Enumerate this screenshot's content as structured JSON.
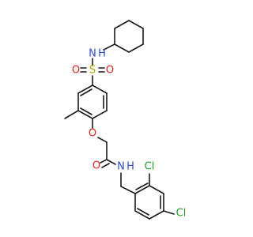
{
  "molecule": {
    "colors": {
      "bond": "#1a1a1a",
      "carbon": "#1a1a1a",
      "nitrogen": "#2a4bd6",
      "oxygen": "#e3241b",
      "sulfur": "#b3a300",
      "chlorine": "#1fa21f"
    },
    "labels": {
      "sulfonamide_n": "N",
      "sulfonamide_h": "H",
      "sulfur": "S",
      "sulfonyl_o_left": "O",
      "sulfonyl_o_right": "O",
      "ether_o": "O",
      "carbonyl_o": "O",
      "amide_n": "N",
      "amide_h": "H",
      "chlorine_top": "Cl",
      "chlorine_bottom": "Cl"
    }
  }
}
